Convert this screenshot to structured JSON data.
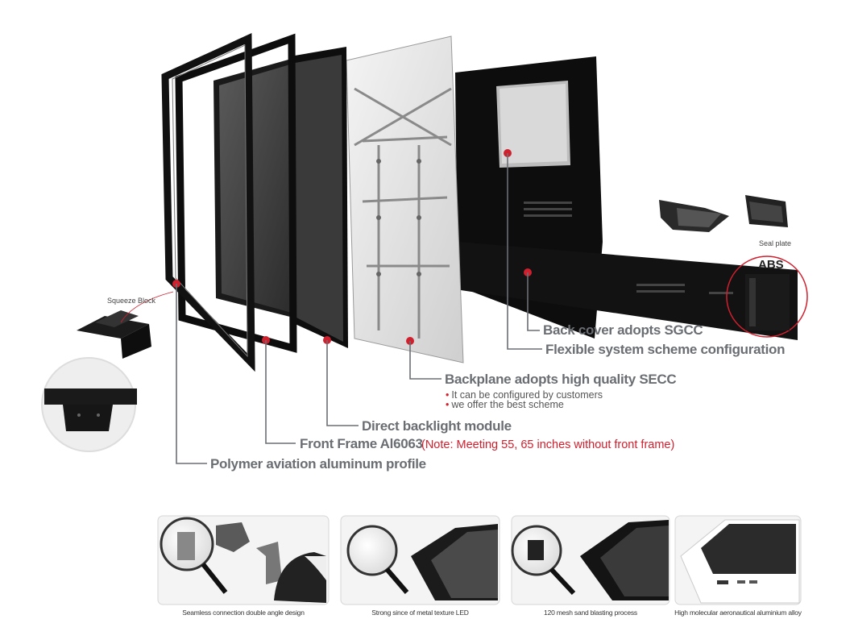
{
  "labels": {
    "back_cover": "Back cover adopts SGCC",
    "flexible": "Flexible system scheme configuration",
    "backplane": "Backplane adopts high quality SECC",
    "bullet1": "It can be configured by customers",
    "bullet2": "we offer the best scheme",
    "backlight": "Direct backlight module",
    "front_frame": "Front Frame Al6063",
    "front_frame_note": "(Note: Meeting 55, 65 inches without front frame)",
    "polymer": "Polymer aviation aluminum profile",
    "squeeze_block": "Squeeze Block",
    "seal_plate": "Seal plate",
    "abs": "ABS"
  },
  "captions": [
    "Seamless connection double angle design",
    "Strong since of metal texture LED",
    "120 mesh sand blasting process",
    "High molecular aeronautical aluminium alloy"
  ],
  "colors": {
    "accent": "#d0202e",
    "label_gray": "#6a6e73",
    "panel_dark": "#111111"
  }
}
